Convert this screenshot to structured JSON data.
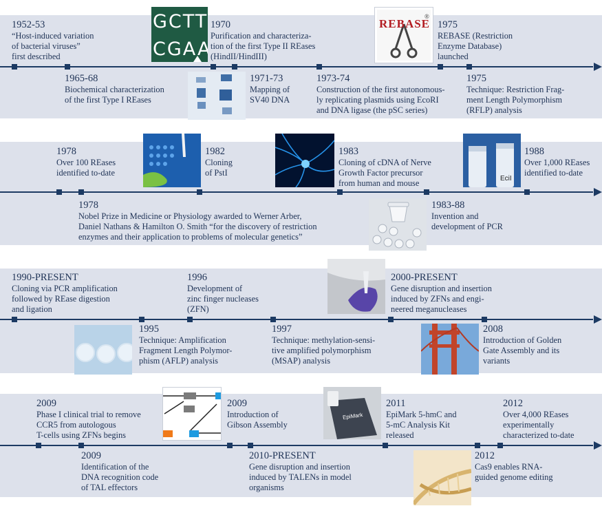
{
  "colors": {
    "band": "#dde1eb",
    "axis": "#1c3a63",
    "text": "#1f3356"
  },
  "events": [
    {
      "year": "1952-53",
      "text": "“Host-induced variation\nof bacterial viruses”\nfirst described"
    },
    {
      "year": "1965-68",
      "text": "Biochemical characterization\nof the first Type I REases"
    },
    {
      "year": "1970",
      "text": "Purification and characteriza-\ntion of the first Type II REases\n(HindII/HindIII)"
    },
    {
      "year": "1971-73",
      "text": "Mapping of\nSV40 DNA"
    },
    {
      "year": "1973-74",
      "text": "Construction of the first autonomous-\nly replicating plasmids using EcoRI\nand DNA ligase (the pSC series)"
    },
    {
      "year": "1975",
      "text": "REBASE (Restriction\nEnzyme Database)\nlaunched"
    },
    {
      "year": "1975",
      "text": "Technique: Restriction Frag-\nment Length Polymorphism\n(RFLP) analysis"
    },
    {
      "year": "1978",
      "text": "Over 100 REases\nidentified to-date"
    },
    {
      "year": "1982",
      "text": "Cloning\nof PstI"
    },
    {
      "year": "1983",
      "text": "Cloning of cDNA of Nerve\nGrowth Factor precursor\nfrom human and mouse"
    },
    {
      "year": "1988",
      "text": "Over 1,000 REases\nidentified to-date"
    },
    {
      "year": "1978",
      "text": "Nobel Prize in Medicine or Physiology awarded to Werner Arber,\nDaniel Nathans & Hamilton O. Smith “for the discovery of restriction\nenzymes and their application to problems of molecular genetics”"
    },
    {
      "year": "1983-88",
      "text": "Invention and\ndevelopment of PCR"
    },
    {
      "year": "1990-PRESENT",
      "text": "Cloning via PCR amplification\nfollowed by REase digestion\nand ligation"
    },
    {
      "year": "1996",
      "text": "Development of\nzinc finger nucleases\n(ZFN)"
    },
    {
      "year": "2000-PRESENT",
      "text": "Gene disruption and insertion\ninduced by ZFNs and engi-\nneered meganucleases"
    },
    {
      "year": "1995",
      "text": "Technique: Amplification\nFragment Length Polymor-\nphism (AFLP) analysis"
    },
    {
      "year": "1997",
      "text": "Technique: methylation-sensi-\ntive amplified polymorphism\n(MSAP) analysis"
    },
    {
      "year": "2008",
      "text": "Introduction of Golden\nGate Assembly and its\nvariants"
    },
    {
      "year": "2009",
      "text": "Phase I clinical trial to remove\nCCR5 from autologous\nT-cells using ZFNs begins"
    },
    {
      "year": "2009",
      "text": "Introduction of\nGibson Assembly"
    },
    {
      "year": "2011",
      "text": "EpiMark 5-hmC and\n5-mC Analysis Kit\nreleased"
    },
    {
      "year": "2012",
      "text": "Over 4,000 REases\nexperimentally\ncharacterized to-date"
    },
    {
      "year": "2009",
      "text": "Identification of the\nDNA recognition code\n of  TAL effectors"
    },
    {
      "year": "2010-PRESENT",
      "text": "Gene disruption and insertion\ninduced by TALENs in model\norganisms"
    },
    {
      "year": "2012",
      "text": "Cas9 enables RNA-\nguided genome editing"
    }
  ],
  "logos": {
    "dna_sequence": {
      "top": "GCTT",
      "bottom": "CGAA"
    },
    "rebase": {
      "text": "REBASE",
      "mark": "®"
    },
    "tube_label": "EciI",
    "kit_label": "EpiMark"
  }
}
